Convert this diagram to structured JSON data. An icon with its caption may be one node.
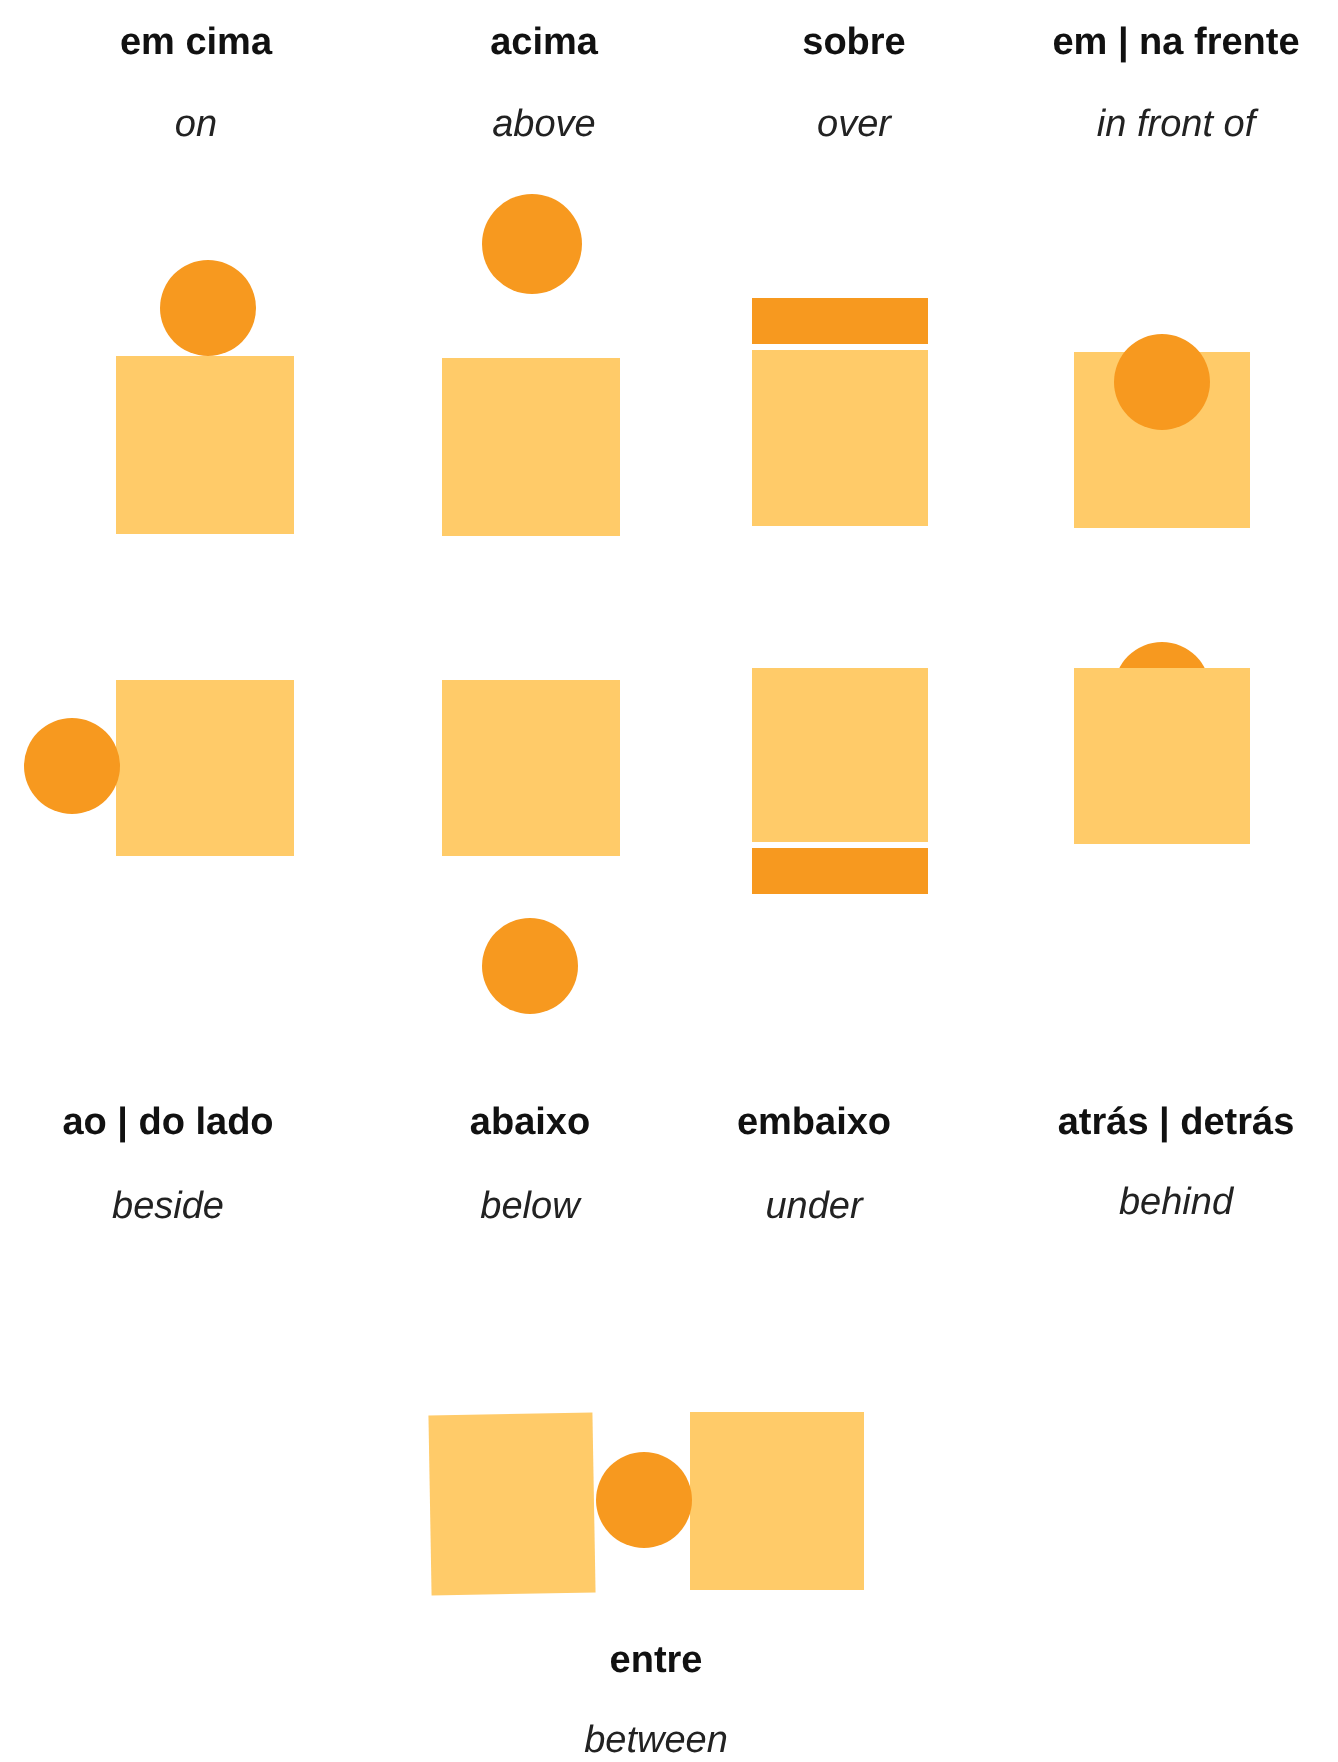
{
  "diagram": {
    "labels": [
      "em cima",
      "on",
      "acima",
      "above",
      "sobre",
      "over",
      "em | na frente",
      "in front of",
      "ao | do lado",
      "beside",
      "abaixo",
      "below",
      "embaixo",
      "under",
      "atrás | detrás",
      "behind",
      "entre",
      "between"
    ]
  }
}
